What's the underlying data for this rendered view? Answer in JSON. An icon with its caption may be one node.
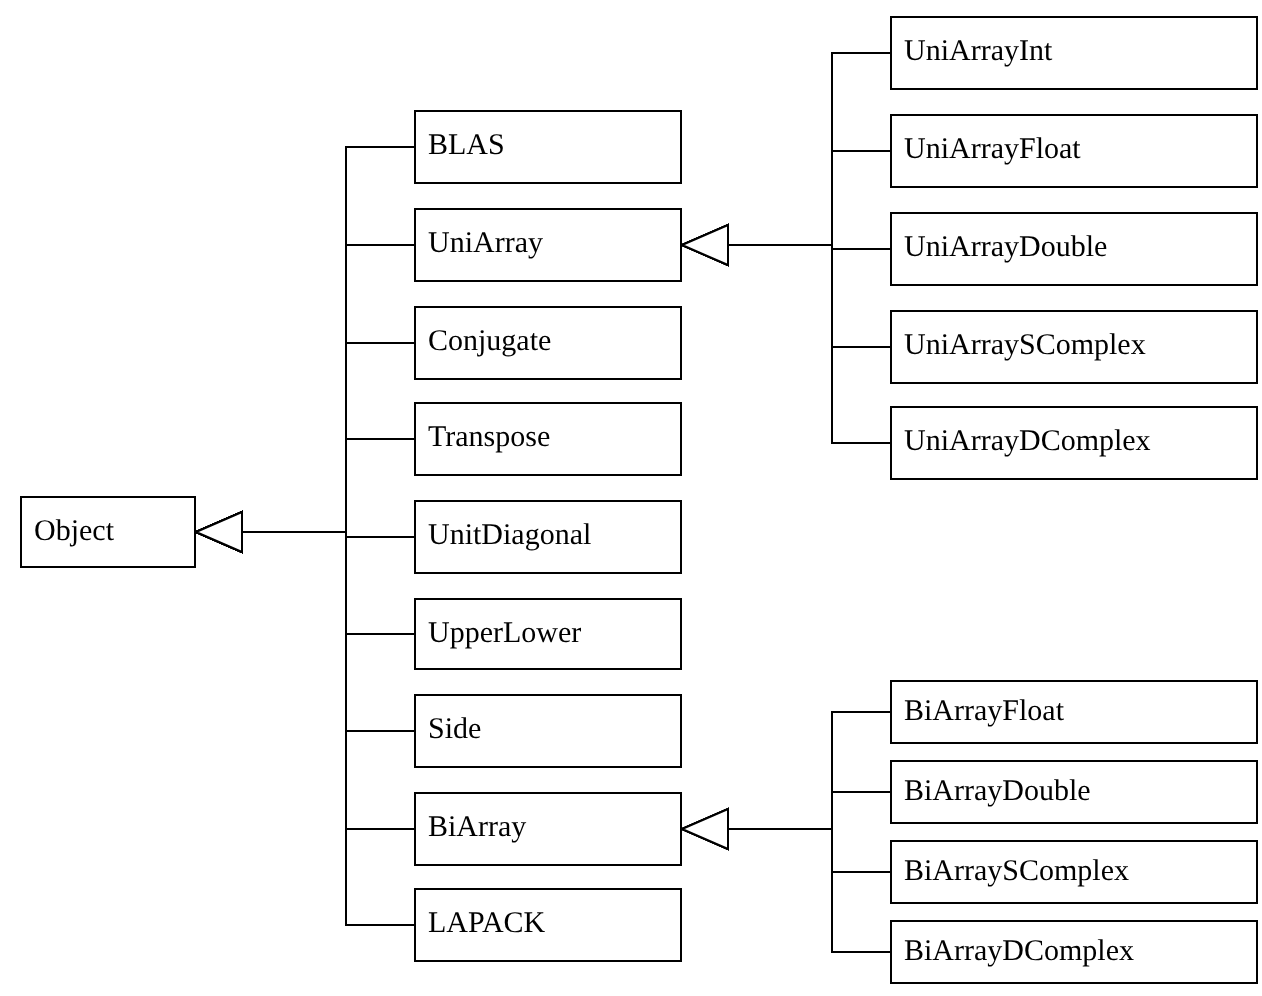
{
  "diagram": {
    "nodes": [
      {
        "text": [
          "Object"
        ]
      },
      {
        "text": [
          "BLAS"
        ]
      },
      {
        "text": [
          "UniArray"
        ]
      },
      {
        "text": [
          "Conjugate"
        ]
      },
      {
        "text": [
          "Transpose"
        ]
      },
      {
        "text": [
          "UnitDiagonal"
        ]
      },
      {
        "text": [
          "UpperLower"
        ]
      },
      {
        "text": [
          "Side"
        ]
      },
      {
        "text": [
          "BiArray"
        ]
      },
      {
        "text": [
          "LAPACK"
        ]
      },
      {
        "text": [
          "UniArrayInt"
        ]
      },
      {
        "text": [
          "UniArrayFloat"
        ]
      },
      {
        "text": [
          "UniArrayDouble"
        ]
      },
      {
        "text": [
          "UniArraySComplex"
        ]
      },
      {
        "text": [
          "UniArrayDComplex"
        ]
      },
      {
        "text": [
          "BiArrayFloat"
        ]
      },
      {
        "text": [
          "BiArrayDouble"
        ]
      },
      {
        "text": [
          "BiArraySComplex"
        ]
      },
      {
        "text": [
          "BiArrayDComplex"
        ]
      }
    ],
    "edges": [
      {
        "from": 1,
        "to": 0,
        "arrow": "to"
      },
      {
        "from": 2,
        "to": 0,
        "arrow": "to"
      },
      {
        "from": 3,
        "to": 0,
        "arrow": "to"
      },
      {
        "from": 4,
        "to": 0,
        "arrow": "to"
      },
      {
        "from": 5,
        "to": 0,
        "arrow": "to"
      },
      {
        "from": 6,
        "to": 0,
        "arrow": "to"
      },
      {
        "from": 7,
        "to": 0,
        "arrow": "to"
      },
      {
        "from": 8,
        "to": 0,
        "arrow": "to"
      },
      {
        "from": 9,
        "to": 0,
        "arrow": "to"
      },
      {
        "from": 10,
        "to": 2,
        "arrow": "to"
      },
      {
        "from": 11,
        "to": 2,
        "arrow": "to"
      },
      {
        "from": 12,
        "to": 2,
        "arrow": "to"
      },
      {
        "from": 13,
        "to": 2,
        "arrow": "to"
      },
      {
        "from": 14,
        "to": 2,
        "arrow": "to"
      },
      {
        "from": 15,
        "to": 8,
        "arrow": "to"
      },
      {
        "from": 16,
        "to": 8,
        "arrow": "to"
      },
      {
        "from": 17,
        "to": 8,
        "arrow": "to"
      },
      {
        "from": 18,
        "to": 8,
        "arrow": "to"
      }
    ]
  }
}
